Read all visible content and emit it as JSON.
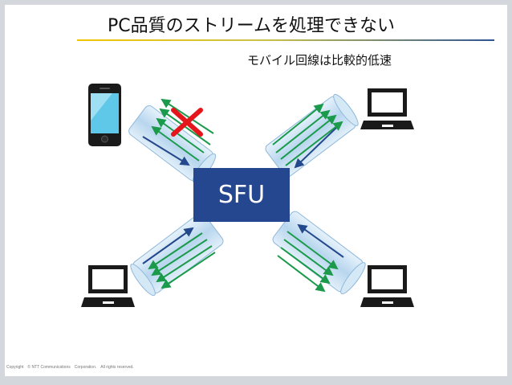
{
  "title": "PC品質のストリームを処理できない",
  "subtitle": "モバイル回線は比較的低速",
  "server_label": "SFU",
  "copyright": "Copyright　© NTT Communications　Corporation.　All rights reserved.",
  "colors": {
    "background": "#d4d7db",
    "server": "#25478f",
    "pipe": "#c5def2",
    "arrow_up": "#1a9a4a",
    "arrow_down": "#24488c",
    "cross": "#e5161b",
    "title_line_left": "#f5c400",
    "title_line_right": "#2e5597"
  },
  "clients": [
    {
      "device": "smartphone",
      "corner": "top-left",
      "blocked": true
    },
    {
      "device": "laptop",
      "corner": "top-right",
      "blocked": false
    },
    {
      "device": "laptop",
      "corner": "bottom-left",
      "blocked": false
    },
    {
      "device": "laptop",
      "corner": "bottom-right",
      "blocked": false
    }
  ]
}
